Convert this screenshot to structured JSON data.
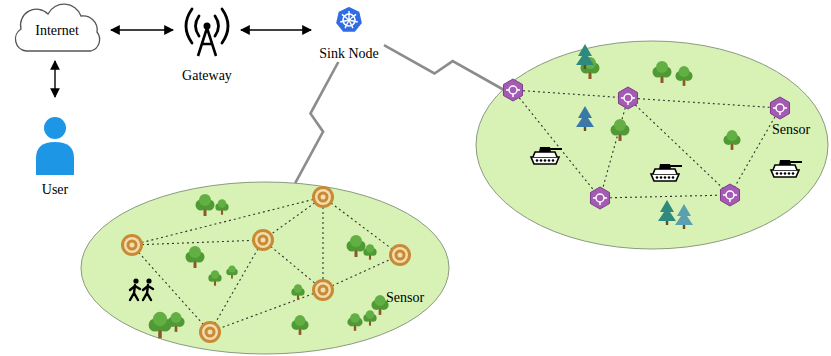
{
  "diagram": {
    "nodes": [
      {
        "text": [
          "Internet"
        ]
      },
      {
        "text": [
          "Gateway"
        ]
      },
      {
        "text": [
          "Sink Node"
        ]
      },
      {
        "text": [
          "Sensor"
        ]
      },
      {
        "text": [
          "User"
        ]
      },
      {
        "text": [
          "Sensor"
        ]
      }
    ],
    "edges": [
      {
        "from": 0,
        "to": 1,
        "arrow": "both"
      },
      {
        "from": 1,
        "to": 2,
        "arrow": "both"
      },
      {
        "from": 2,
        "to": 3,
        "arrow": "none"
      },
      {
        "from": 0,
        "to": 4,
        "arrow": "both"
      },
      {
        "from": 2,
        "to": 5,
        "arrow": "none"
      }
    ]
  }
}
